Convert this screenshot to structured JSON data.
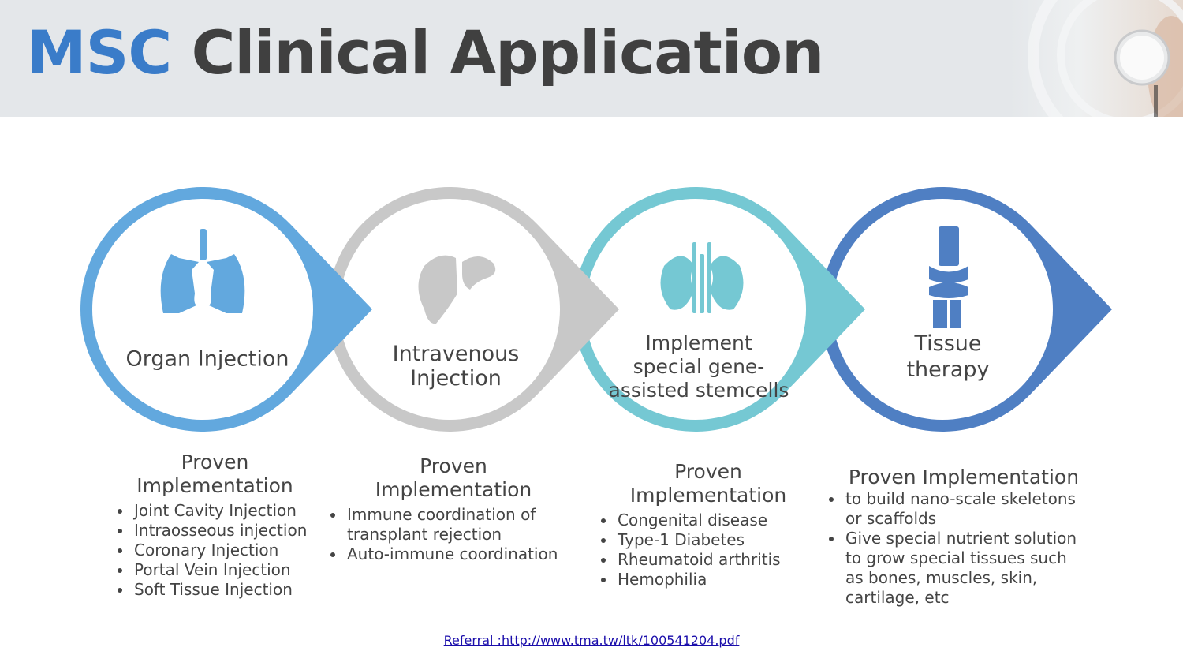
{
  "header": {
    "title_accent": "MSC",
    "title_rest": "Clinical Application"
  },
  "colors": [
    "#62a8de",
    "#c8c8c8",
    "#75c8d3",
    "#4f7fc3"
  ],
  "steps": [
    {
      "label": "Organ Injection",
      "icon": "lungs-icon",
      "heading": "Proven Implementation",
      "items": [
        "Joint Cavity Injection",
        "Intraosseous injection",
        "Coronary Injection",
        "Portal Vein Injection",
        "Soft Tissue Injection"
      ]
    },
    {
      "label": "Intravenous Injection",
      "icon": "liver-icon",
      "heading": "Proven Implementation",
      "items": [
        "Immune coordination of transplant rejection",
        "Auto-immune coordination"
      ]
    },
    {
      "label": "Implement special gene-assisted stemcells",
      "icon": "kidneys-icon",
      "heading": "Proven Implementation",
      "items": [
        "Congenital disease",
        "Type-1 Diabetes",
        "Rheumatoid arthritis",
        "Hemophilia"
      ]
    },
    {
      "label": "Tissue therapy",
      "icon": "knee-joint-icon",
      "heading": "Proven Implementation",
      "items": [
        "to build nano-scale skeletons or scaffolds",
        "Give special nutrient solution to grow special tissues such as bones, muscles, skin, cartilage, etc"
      ]
    }
  ],
  "referral": "Referral :http://www.tma.tw/ltk/100541204.pdf"
}
